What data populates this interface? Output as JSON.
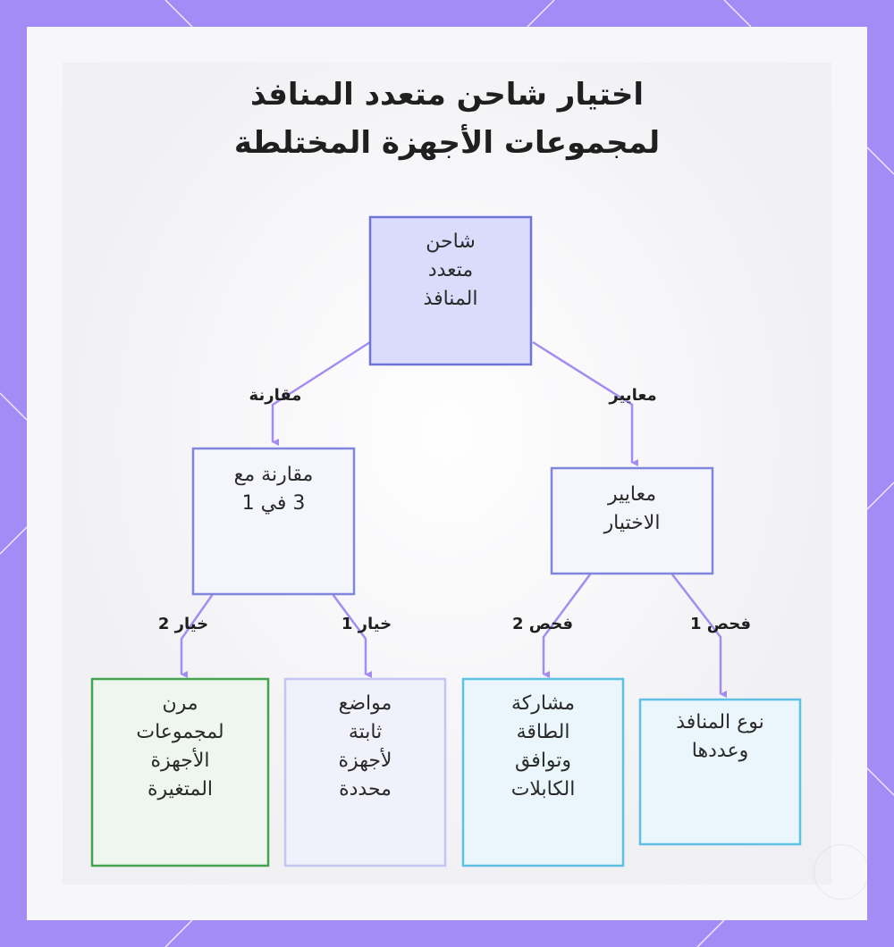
{
  "title_line1": "اختيار شاحن متعدد المنافذ",
  "title_line2": "لمجموعات الأجهزة المختلطة",
  "nodes": {
    "root": "شاحن\nمتعدد\nالمنافذ",
    "comparison": "مقارنة مع\n3 في 1",
    "criteria": "معايير\nالاختيار",
    "flexible": "مرن\nلمجموعات\nالأجهزة\nالمتغيرة",
    "fixed": "مواضع\nثابتة\nلأجهزة\nمحددة",
    "power_sharing": "مشاركة\nالطاقة\nوتوافق\nالكابلات",
    "ports": "نوع المنافذ\nوعددها"
  },
  "edge_labels": {
    "root_comparison": "مقارنة",
    "root_criteria": "معايير",
    "comparison_option2": "خيار 2",
    "comparison_option1": "خيار 1",
    "criteria_check2": "فحص 2",
    "criteria_check1": "فحص 1"
  },
  "colors": {
    "border_frame": "#a48cf6",
    "root_fill": "#d9dcfb",
    "root_border": "#6f74d8",
    "mid_fill": "#f4f5fd",
    "mid_border": "#7f86dc",
    "green_fill": "#eef6ef",
    "green_border": "#43a34f",
    "lavender_fill": "#f1f1fb",
    "lavender_border": "#c3c6f0",
    "cyan_fill": "#eaf6fc",
    "cyan_border": "#5cc1e3",
    "connector": "#a48cf0"
  }
}
